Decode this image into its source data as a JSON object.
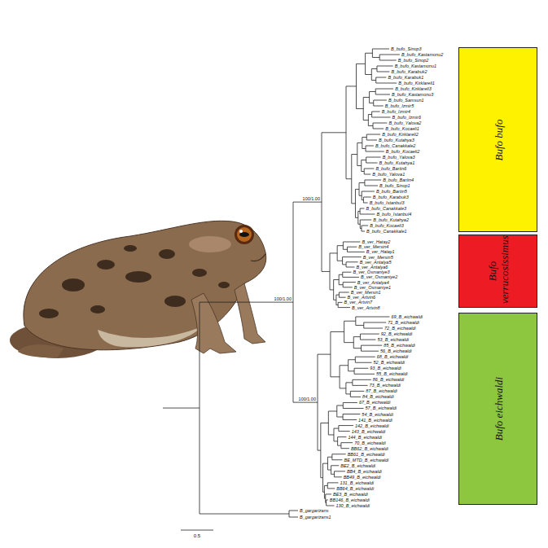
{
  "diagram": {
    "nodes": [
      {
        "text": [
          "Bufo bufo"
        ]
      },
      {
        "text": [
          "Bufo verrucosissimus"
        ]
      },
      {
        "text": [
          "Bufo eichwaldi"
        ]
      }
    ],
    "labels": [
      "B_bufo_Sinop3",
      "B_bufo_Kastamonu2",
      "B_bufo_Sinop2",
      "B_bufo_Kastamonu1",
      "B_bufo_Karabuk2",
      "B_bufo_Karabuk1",
      "B_bufo_Kirklareli1",
      "B_bufo_Kirklareli3",
      "B_bufo_Kastamonu3",
      "B_bufo_Samsun1",
      "B_bufo_Izmir5",
      "B_bufo_Izmir4",
      "B_bufo_Izmir6",
      "B_bufo_Yalova2",
      "B_bufo_Kocaeli1",
      "B_bufo_Kirklareli2",
      "B_bufo_Kutahya3",
      "B_bufo_Canakkale2",
      "B_bufo_Kocaeli2",
      "B_bufo_Yalova3",
      "B_bufo_Kutahya1",
      "B_bufo_Bartin6",
      "B_bufo_Yalova1",
      "B_bufo_Bartin4",
      "B_bufo_Sinop1",
      "B_bufo_Bartin5",
      "B_bufo_Karabuk3",
      "B_bufo_Istanbul3",
      "B_bufo_Canakkale3",
      "B_bufo_Istanbul4",
      "B_bufo_Kutahya2",
      "B_bufo_Kocaeli3",
      "B_bufo_Canakkale1",
      "B_ver_Hatay2",
      "B_ver_Mersin4",
      "B_ver_Hatay1",
      "B_ver_Mersin5",
      "B_ver_Antalya5",
      "B_ver_Antalya6",
      "B_ver_Osmaniye3",
      "B_ver_Osmaniye2",
      "B_ver_Antalya4",
      "B_ver_Osmaniye1",
      "B_ver_Mersin1",
      "B_ver_Artvin6",
      "B_ver_Artvin7",
      "B_ver_Artvin8",
      "69_B_eichwaldi",
      "71_B_eichwaldi",
      "72_B_eichwaldi",
      "92_B_eichwaldi",
      "53_B_eichwaldi",
      "85_B_eichwaldi",
      "56_B_eichwaldi",
      "68_B_eichwaldi",
      "52_B_eichwaldi",
      "93_B_eichwaldi",
      "55_B_eichwaldi",
      "86_B_eichwaldi",
      "73_B_eichwaldi",
      "87_B_eichwaldi",
      "84_B_eichwaldi",
      "67_B_eichwaldi",
      "57_B_eichwaldi",
      "54_B_eichwaldi",
      "141_B_eichwaldi",
      "142_B_eichwaldi",
      "143_B_eichwaldi",
      "144_B_eichwaldi",
      "70_B_eichwaldi",
      "BB62_B_eichwaldi",
      "BB61_B_eichwaldi",
      "BE_MTD_B_eichwaldi",
      "BE2_B_eichwaldi",
      "BB4_B_eichwaldi",
      "BB49_B_eichwaldi",
      "131_B_eichwaldi",
      "BB64_B_eichwaldi",
      "BE3_B_eichwaldi",
      "BB146_B_eichwaldi",
      "130_B_eichwaldi",
      "B_gargarizans",
      "B_gargarizans1",
      "100/1.00",
      "100/1.00",
      "100/1.00",
      "0.5"
    ]
  }
}
